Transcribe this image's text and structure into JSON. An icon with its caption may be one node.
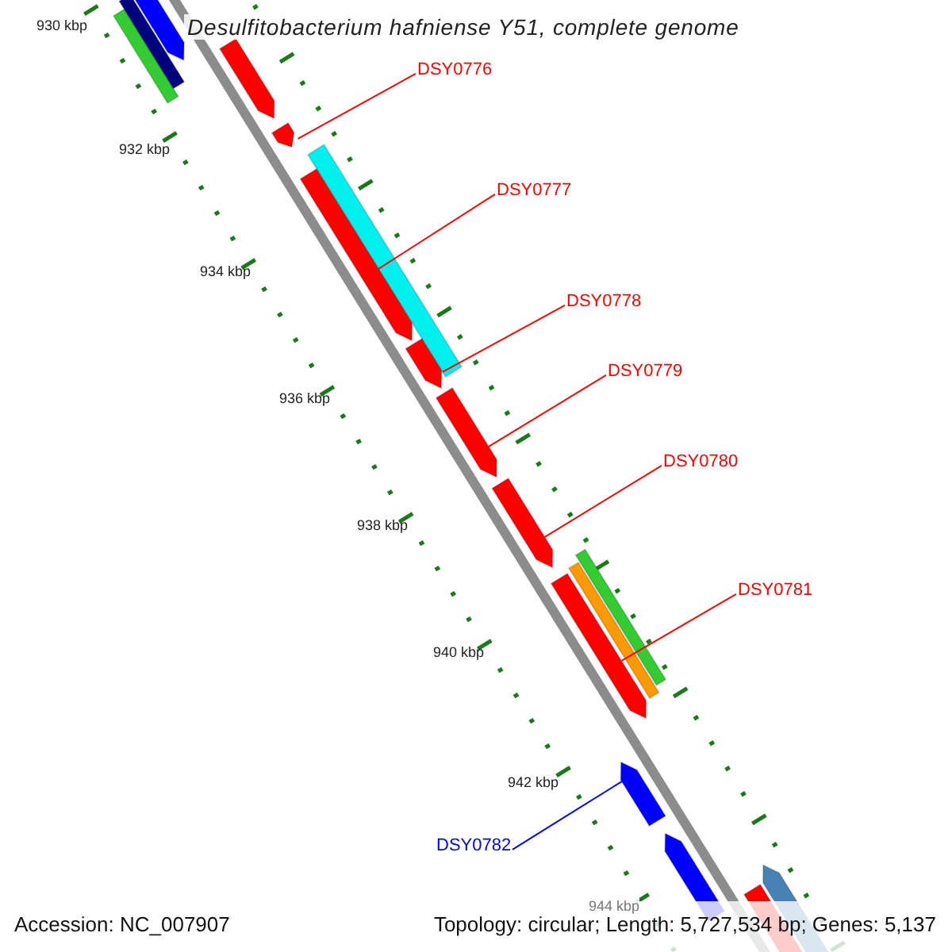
{
  "diagram": {
    "title": "Desulfitobacterium hafniense Y51, complete genome",
    "nodes": [
      {
        "text": [
          "DSY0776"
        ]
      },
      {
        "text": [
          "DSY0777"
        ]
      },
      {
        "text": [
          "DSY0778"
        ]
      },
      {
        "text": [
          "DSY0779"
        ]
      },
      {
        "text": [
          "DSY0780"
        ]
      },
      {
        "text": [
          "DSY0781"
        ]
      },
      {
        "text": [
          "DSY0782"
        ]
      },
      {
        "text": [],
        "shape": "arrow"
      },
      {
        "text": [],
        "shape": "arrow"
      },
      {
        "text": [],
        "shape": "arrow"
      },
      {
        "text": [],
        "shape": "arrow"
      },
      {
        "text": [],
        "shape": "arrow"
      },
      {
        "text": [],
        "shape": "arrow"
      },
      {
        "text": [],
        "shape": "arrow"
      },
      {
        "text": [],
        "shape": "arrow"
      }
    ],
    "edges": [
      {
        "from": 0,
        "to": 7,
        "arrow": "none"
      },
      {
        "from": 1,
        "to": 8,
        "arrow": "none"
      },
      {
        "from": 2,
        "to": 9,
        "arrow": "none"
      },
      {
        "from": 3,
        "to": 10,
        "arrow": "none"
      },
      {
        "from": 4,
        "to": 11,
        "arrow": "none"
      },
      {
        "from": 5,
        "to": 12,
        "arrow": "none"
      },
      {
        "from": 6,
        "to": 13,
        "arrow": "none",
        "color": "#0000ff"
      }
    ],
    "labels": [
      "930 kbp",
      "932 kbp",
      "934 kbp",
      "936 kbp",
      "938 kbp",
      "940 kbp",
      "942 kbp",
      "944 kbp",
      "Accession: NC_007907",
      "Topology: circular; Length: 5,727,534 bp; Genes: 5,137"
    ]
  }
}
